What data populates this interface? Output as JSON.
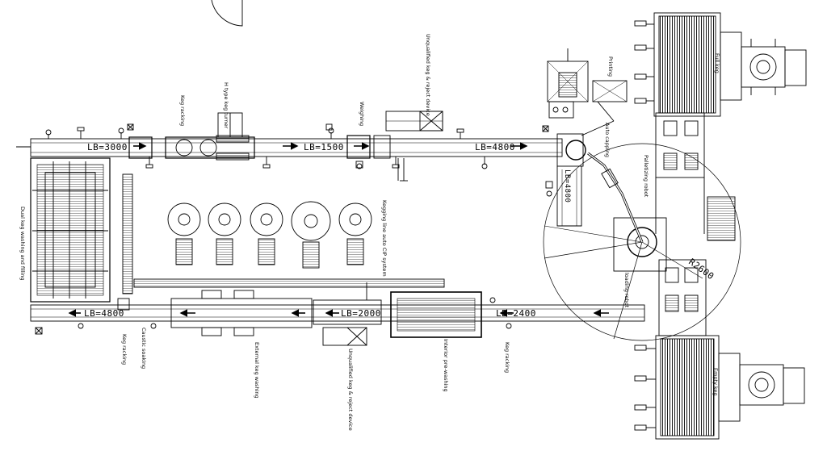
{
  "conveyor_lengths": {
    "top_left": "LB=3000",
    "top_mid": "LB=1500",
    "top_right": "LB=4800",
    "bottom_left": "LB=4800",
    "bottom_mid": "LB=2000",
    "bottom_right": "LB=2400",
    "diag": "LB=4800"
  },
  "radius_label": "R2600",
  "labels": {
    "keg_racking_top": "Keg racking",
    "h_type_turner": "H type keg turner",
    "weighing": "Weighing",
    "unqualified_top": "Unqualified keg & reject device",
    "printing": "Printing",
    "auto_capping": "Auto capping",
    "full_keg": "Full keg",
    "palletizing_robot": "Palletizing robot",
    "loading_robot": "loading robot",
    "empty_keg": "Empty keg",
    "kegging_cip": "Kegging line auto CIP system",
    "dual_keg_washing": "Dual keg washing and filling",
    "keg_racking_bottom_left": "Keg racking",
    "caustic_soaking": "Caustic soaking",
    "external_keg_washing": "External keg washing",
    "unqualified_bottom": "Unqualified keg & reject device",
    "interior_prewashing": "Interior pre-washing",
    "keg_racking_bottom_right": "Keg racking"
  }
}
